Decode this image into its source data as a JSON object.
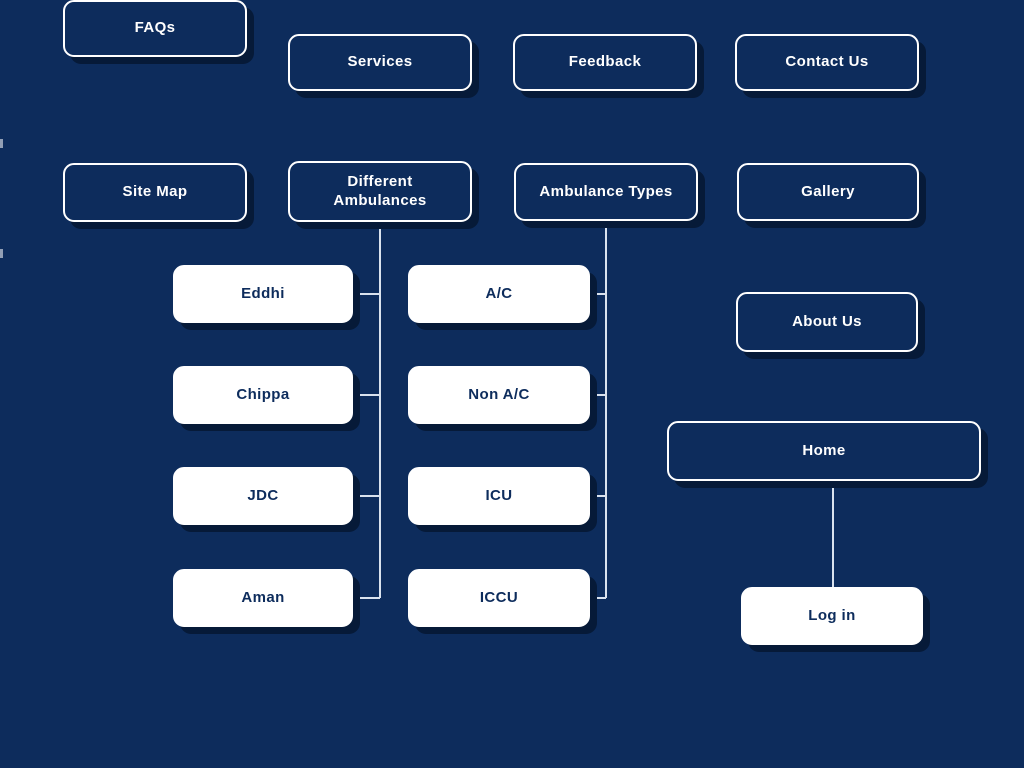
{
  "page": {
    "background": "#0d2c5c",
    "dark_box_fill": "#0d2c5c",
    "light_box_fill": "#ffffff",
    "text_on_dark": "#ffffff",
    "text_on_light": "#0d2c5c",
    "shadow_color": "#061a38",
    "connector_color": "#d9e2ee"
  },
  "top_row": {
    "items": [
      {
        "label": "FAQs"
      },
      {
        "label": "Services"
      },
      {
        "label": "Feedback"
      },
      {
        "label": "Contact Us"
      }
    ]
  },
  "nav_row": {
    "items": [
      {
        "label": "Site Map"
      },
      {
        "label": "Different Ambulances"
      },
      {
        "label": "Ambulance Types"
      },
      {
        "label": "Gallery"
      }
    ]
  },
  "different_ambulances": {
    "children": [
      {
        "label": "Eddhi"
      },
      {
        "label": "Chippa"
      },
      {
        "label": "JDC"
      },
      {
        "label": "Aman"
      }
    ]
  },
  "ambulance_types": {
    "children": [
      {
        "label": "A/C"
      },
      {
        "label": "Non A/C"
      },
      {
        "label": "ICU"
      },
      {
        "label": "ICCU"
      }
    ]
  },
  "right_column": {
    "about_us": "About Us",
    "home": "Home",
    "login": "Log in"
  }
}
